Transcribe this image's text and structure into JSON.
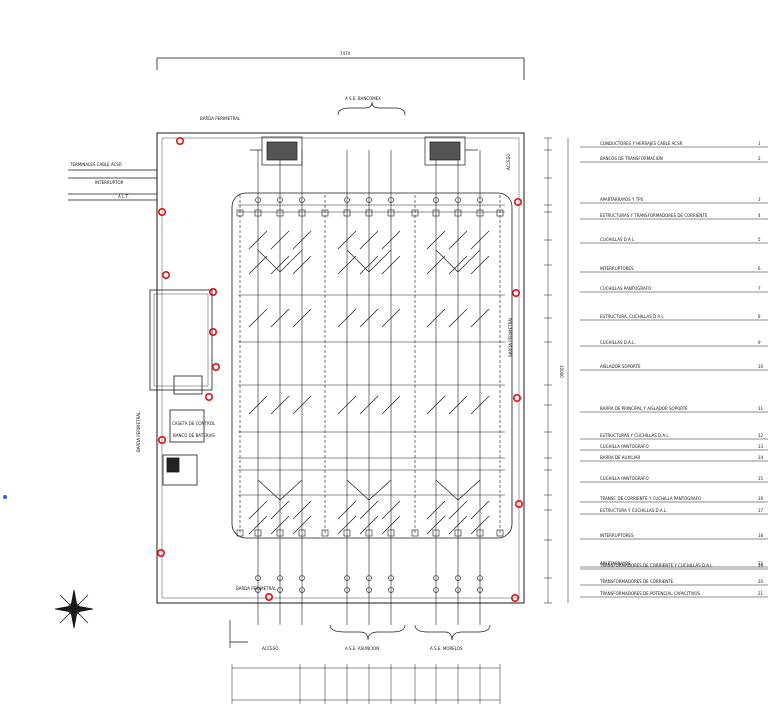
{
  "legend": [
    {
      "num": "1",
      "text": "CONDUCTORES Y HERRAJES CABLE ACSR"
    },
    {
      "num": "2",
      "text": "BANCOS DE TRANSFORMACION"
    },
    {
      "num": "3",
      "text": "APARTARRAYOS Y TPS"
    },
    {
      "num": "4",
      "text": "ESTRUCTURAS Y TRANSFORMADORES DE CORRIENTE"
    },
    {
      "num": "5",
      "text": "CUCHILLAS D A L"
    },
    {
      "num": "6",
      "text": "INTERRUPTORES"
    },
    {
      "num": "7",
      "text": "CUCHILLAS PANTOGRAFO"
    },
    {
      "num": "8",
      "text": "ESTRUCTURA, CUCHILLAS D A L"
    },
    {
      "num": "9",
      "text": "CUCHILLAS D.A.L."
    },
    {
      "num": "10",
      "text": "AISLADOR SOPORTE"
    },
    {
      "num": "11",
      "text": "BARRA DE PRINCIPAL Y AISLADOR SOPORTE"
    },
    {
      "num": "12",
      "text": "ESTRUCTURAS Y CUCHILLAS D.A.L."
    },
    {
      "num": "13",
      "text": "CUCHILLA PANTOGRAFO"
    },
    {
      "num": "14",
      "text": "BARRA DE AUXILIAR"
    },
    {
      "num": "15",
      "text": "CUCHILLA PANTOGRAFO"
    },
    {
      "num": "16",
      "text": "TRANSF. DE CORRIENTE Y CUCHILLA PANTOGRAFO"
    },
    {
      "num": "17",
      "text": "ESTRUCTURA Y CUCHILLAS D.A.L."
    },
    {
      "num": "18",
      "text": "INTERRUPTORES"
    },
    {
      "num": "19",
      "text": "TRANSFORMADORES DE CORRIENTE Y CUCHILLAS D.A.L."
    },
    {
      "num": "20",
      "text": "TRANSFORMADORES DE CORRIENTE"
    },
    {
      "num": "21",
      "text": "TRANSFORMADORES DE POTENCIAL CAPACITIVOS"
    },
    {
      "num": "22",
      "text": "APARTARRAYOS"
    }
  ],
  "labels": {
    "top_arrow": "A S.E. BANCOMEX",
    "bottom_left": "ACCESO",
    "bottom_center": "A S.E. ASUNCION",
    "bottom_right": "A S.E. MORELOS",
    "left_bus_1": "TERMINALES CABLE ACSR",
    "left_bus_2": "INTERRUPTOR",
    "left_bus_3": "A L.T.",
    "top_dim": "7470",
    "right_dim": "10000",
    "caseta": "CASETA DE CONTROL",
    "banco": "BANCO DE BATERIAS",
    "barda_top": "BARDA PERIMETRAL",
    "barda_left": "BARDA PERIMETRAL",
    "barda_right": "BARDA PERIMETRAL",
    "barda_bottom": "BARDA PERIMETRAL",
    "acceso_vertical": "ACCESO"
  },
  "colors": {
    "line": "#1a1a1a",
    "marker": "#e01010",
    "dot": "#3355ff"
  }
}
